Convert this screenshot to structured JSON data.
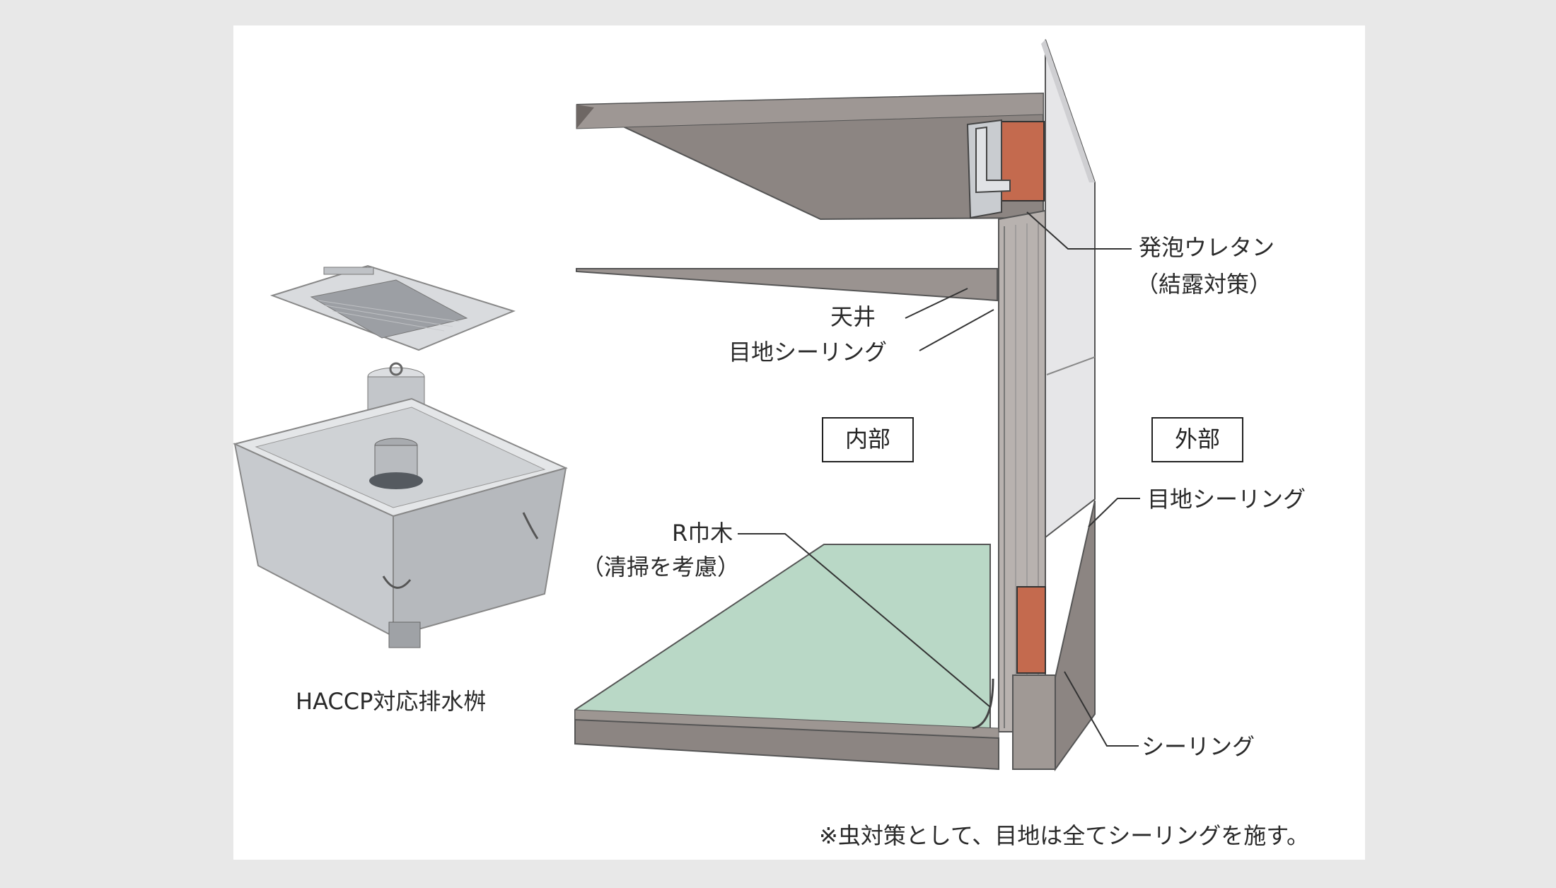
{
  "labels": {
    "foam": "発泡ウレタン",
    "foam_note": "（結露対策）",
    "ceiling": "天井",
    "joint_inner": "目地シーリング",
    "inside": "内部",
    "outside": "外部",
    "joint_outer": "目地シーリング",
    "r_baseboard": "R巾木",
    "r_baseboard_note": "（清掃を考慮）",
    "sealing": "シーリング",
    "drain_caption": "HACCP対応排水桝",
    "footnote": "※虫対策として、目地は全てシーリングを施す。"
  },
  "colors": {
    "concrete": "#8c8582",
    "concrete_dark": "#6e6764",
    "panel": "#e6e6e8",
    "floor": "#b9d8c6",
    "urethane": "#c46a4e",
    "steel": "#c9ccd0"
  }
}
